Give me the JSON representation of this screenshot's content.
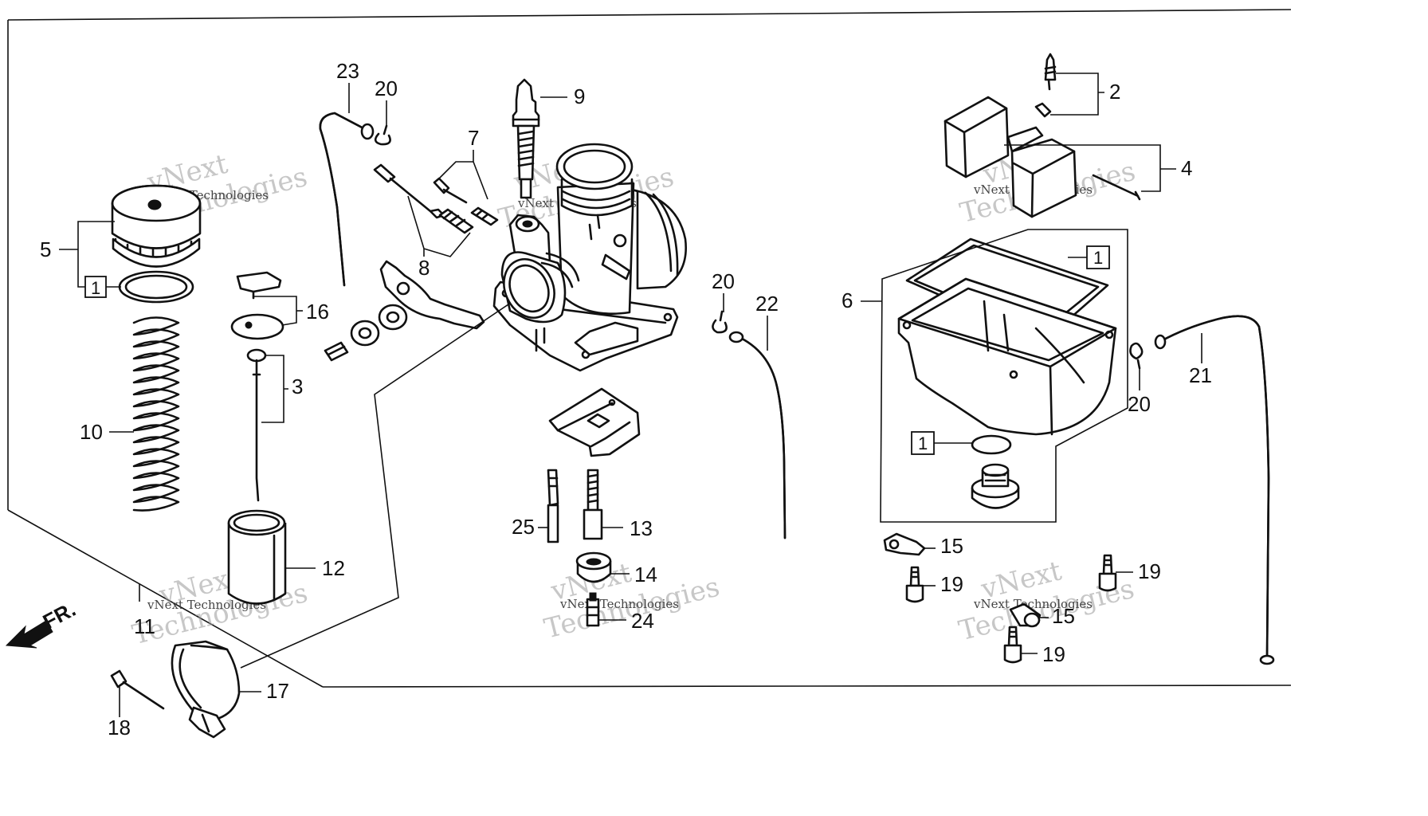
{
  "watermark": {
    "big": "vNext",
    "big2": "Technologies",
    "small": "vNext Technologies"
  },
  "direction": {
    "label": "FR."
  },
  "callouts": {
    "p1": "1",
    "p2": "2",
    "p3": "3",
    "p4": "4",
    "p5": "5",
    "p6": "6",
    "p7": "7",
    "p8": "8",
    "p9": "9",
    "p10": "10",
    "p11": "11",
    "p12": "12",
    "p13": "13",
    "p14": "14",
    "p15": "15",
    "p16": "16",
    "p17": "17",
    "p18": "18",
    "p19": "19",
    "p20": "20",
    "p21": "21",
    "p22": "22",
    "p23": "23",
    "p24": "24",
    "p25": "25"
  }
}
